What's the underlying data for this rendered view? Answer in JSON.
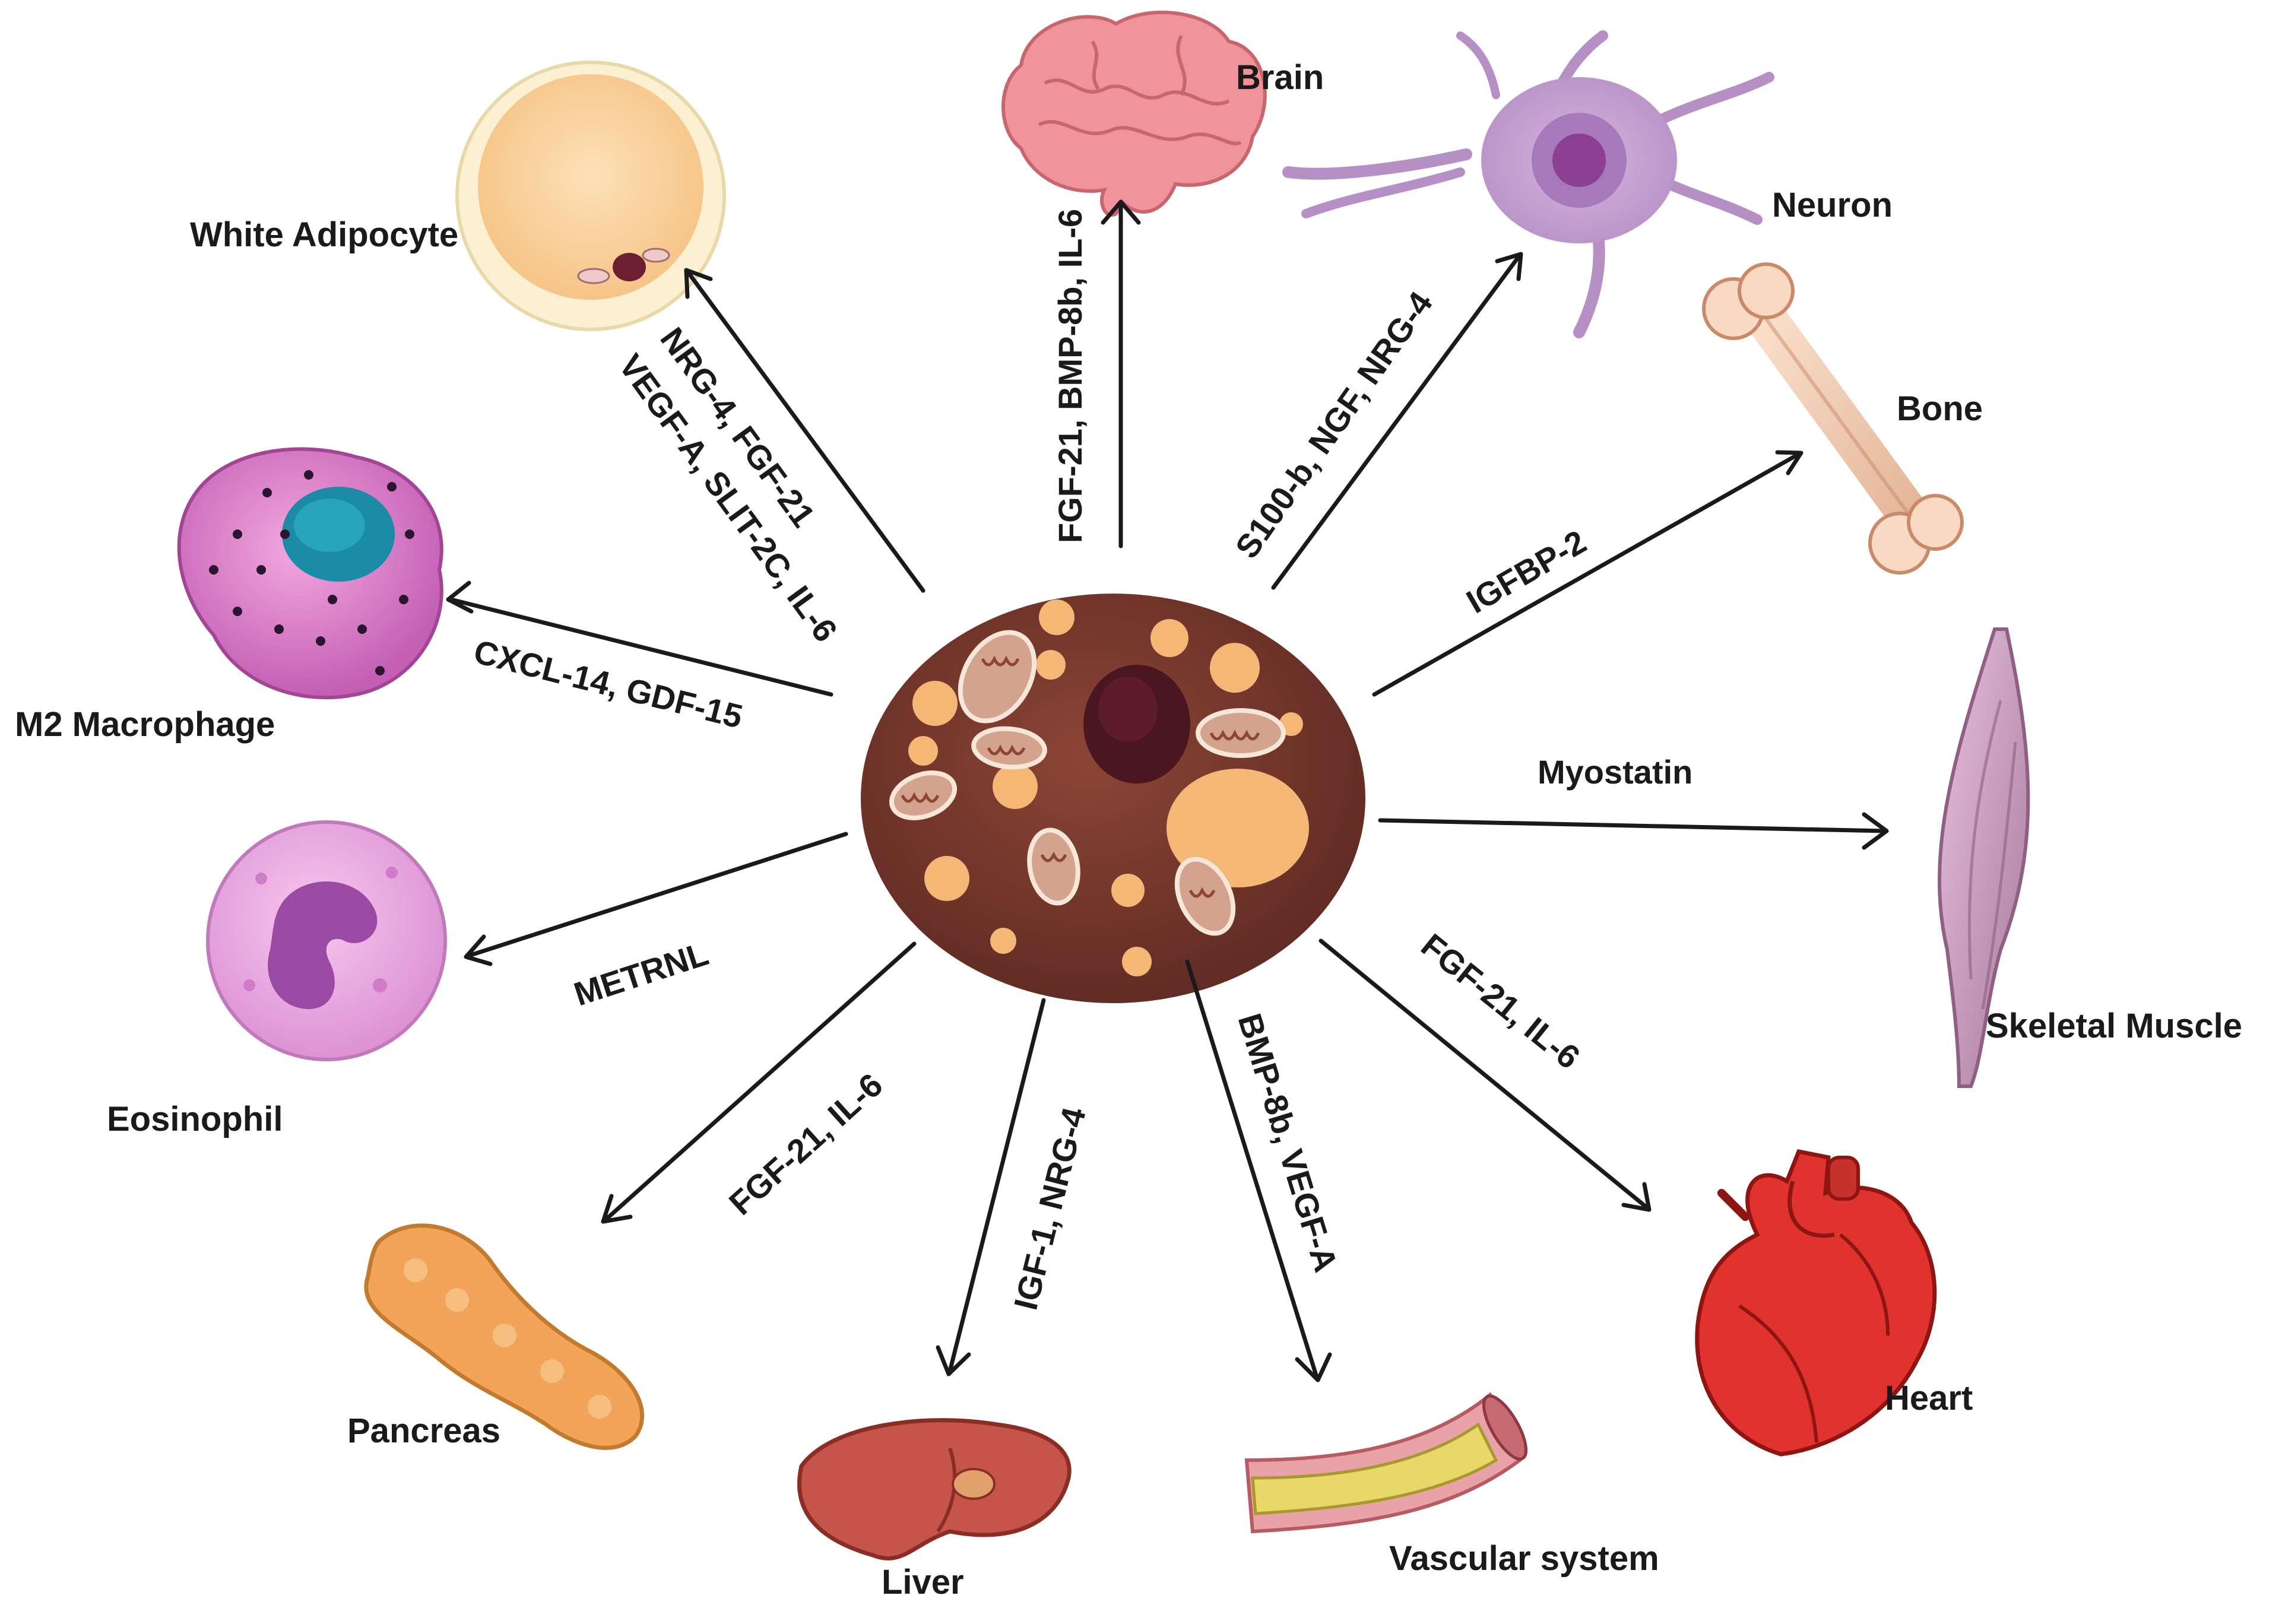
{
  "center": {
    "name": "brown-adipocyte"
  },
  "colors": {
    "cell_body": "#7a3a2e",
    "lipid": "#f5b775",
    "nucleus": "#4a1620",
    "arrow": "#1a1a1a"
  },
  "targets": [
    {
      "id": "brain",
      "label": "Brain",
      "factors": "FGF-21, BMP-8b, IL-6"
    },
    {
      "id": "neuron",
      "label": "Neuron",
      "factors": "S100-b, NGF, NRG-4"
    },
    {
      "id": "bone",
      "label": "Bone",
      "factors": "IGFBP-2"
    },
    {
      "id": "skeletal-muscle",
      "label": "Skeletal Muscle",
      "factors": "Myostatin"
    },
    {
      "id": "heart",
      "label": "Heart",
      "factors": "FGF-21, IL-6"
    },
    {
      "id": "vascular-system",
      "label": "Vascular system",
      "factors": "BMP-8b, VEGF-A"
    },
    {
      "id": "liver",
      "label": "Liver",
      "factors": "IGF-1, NRG-4"
    },
    {
      "id": "pancreas",
      "label": "Pancreas",
      "factors": "FGF-21, IL-6"
    },
    {
      "id": "eosinophil",
      "label": "Eosinophil",
      "factors": "METRNL"
    },
    {
      "id": "m2-macrophage",
      "label": "M2 Macrophage",
      "factors": "CXCL-14, GDF-15"
    },
    {
      "id": "white-adipocyte",
      "label": "White Adipocyte",
      "factors_line1": "NRG-4, FGF-21",
      "factors_line2": "VEGF-A, SLIT-2C, IL-6"
    }
  ]
}
